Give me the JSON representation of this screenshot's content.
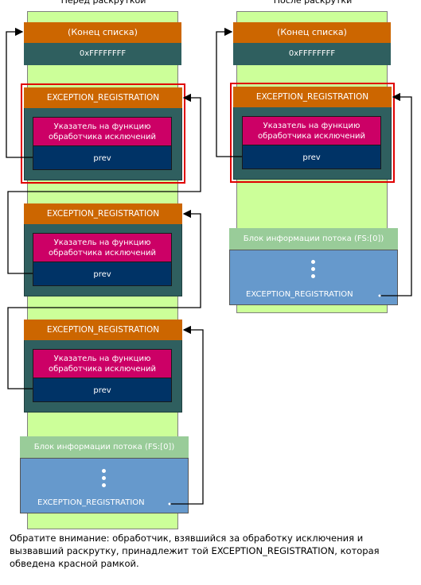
{
  "left": {
    "title": "Перед раскруткой",
    "end_of_list": "(Конец списка)",
    "end_value": "0xFFFFFFFF",
    "records": [
      {
        "title": "EXCEPTION_REGISTRATION",
        "handler": "Указатель на функцию обработчика исключений",
        "prev": "prev",
        "highlighted": true
      },
      {
        "title": "EXCEPTION_REGISTRATION",
        "handler": "Указатель на функцию обработчика исключений",
        "prev": "prev",
        "highlighted": false
      },
      {
        "title": "EXCEPTION_REGISTRATION",
        "handler": "Указатель на функцию обработчика исключений",
        "prev": "prev",
        "highlighted": false
      }
    ],
    "tib": {
      "title": "Блок информации потока (FS:[0])",
      "pointer_label": "EXCEPTION_REGISTRATION"
    }
  },
  "right": {
    "title": "После раскрутки",
    "end_of_list": "(Конец списка)",
    "end_value": "0xFFFFFFFF",
    "records": [
      {
        "title": "EXCEPTION_REGISTRATION",
        "handler": "Указатель на функцию обработчика исключений",
        "prev": "prev",
        "highlighted": true
      }
    ],
    "tib": {
      "title": "Блок информации потока (FS:[0])",
      "pointer_label": "EXCEPTION_REGISTRATION"
    }
  },
  "note": "Обратите внимание: обработчик, взявшийся за обработку исключения и вызвавший раскрутку, принадлежит той EXCEPTION_REGISTRATION, которая обведена красной рамкой.",
  "colors": {
    "stack": "#ccff99",
    "end_label": "#cc6600",
    "record_frame": "#2f5f5f",
    "handler": "#cc0066",
    "prev": "#003366",
    "highlight": "#e00000",
    "tib_head": "#99cc99",
    "tib_body": "#6699cc"
  }
}
